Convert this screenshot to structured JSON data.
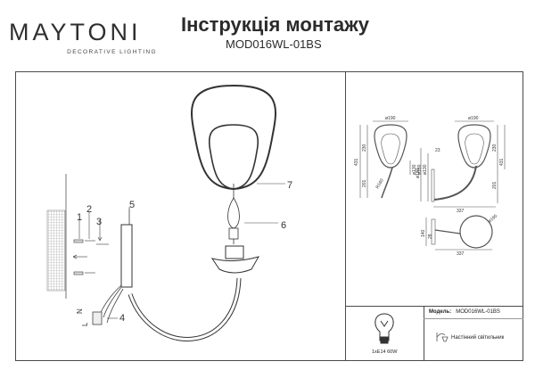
{
  "brand": {
    "name": "MAYTONI",
    "tagline": "DECORATIVE LIGHTING"
  },
  "header": {
    "title": "Інструкція монтажу",
    "model": "MOD016WL-01BS"
  },
  "callouts": [
    "1",
    "2",
    "3",
    "4",
    "5",
    "6",
    "7"
  ],
  "wiring": {
    "neutral": "N",
    "live": "L"
  },
  "dimensions": {
    "shade_width": "ø190",
    "height_total": "431",
    "height_shade": "230",
    "height_lower": "201",
    "arm_radius": "R160",
    "base_d1": "ø130",
    "base_d2": "ø180",
    "base_w": "23",
    "depth": "337",
    "plate_h": "140",
    "plate_w": "28"
  },
  "spec": {
    "model_label": "Модель:",
    "model_value": "MOD016WL-01BS",
    "type_label": "Настінний світильник",
    "bulb": "1xE14 60W"
  },
  "colors": {
    "line": "#3a3a3a",
    "dim_line": "#777777"
  }
}
